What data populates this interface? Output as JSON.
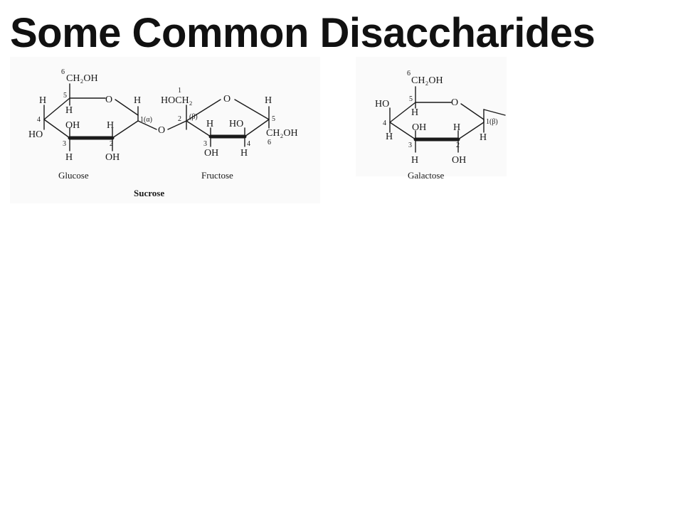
{
  "title": "Some Common Disaccharides",
  "sucrose": {
    "name": "Sucrose",
    "glucose": {
      "name": "Glucose",
      "c6": "6",
      "ch2oh": "CH₂OH",
      "n5": "5",
      "ring_o": "O",
      "h_top_left": "H",
      "h5": "H",
      "h1": "H",
      "n1_alpha": "1(α)",
      "n4": "4",
      "ho4": "HO",
      "oh3": "OH",
      "h2": "H",
      "n3": "3",
      "n2": "2",
      "h3": "H",
      "oh2": "OH"
    },
    "link_o": "O",
    "fructose": {
      "name": "Fructose",
      "n1": "1",
      "hoch2": "HOCH₂",
      "ring_o": "O",
      "h_top_right": "H",
      "n2_beta": "2",
      "beta": "(β)",
      "h3": "H",
      "ho4": "HO",
      "n5": "5",
      "n3": "3",
      "n4": "4",
      "ch2oh": "CH₂OH",
      "n6": "6",
      "oh3": "OH",
      "h4": "H"
    }
  },
  "galactose": {
    "name": "Galactose",
    "c6": "6",
    "ch2oh": "CH₂OH",
    "n5": "5",
    "ring_o": "O",
    "ho4": "HO",
    "h5": "H",
    "n4": "4",
    "h4": "H",
    "oh3": "OH",
    "h2": "H",
    "n1_beta": "1(β)",
    "h1": "H",
    "n3": "3",
    "n2": "2",
    "h3": "H",
    "oh2": "OH"
  },
  "colors": {
    "ink": "#1a1a1a",
    "panel": "#fafafa",
    "title": "#111111"
  }
}
